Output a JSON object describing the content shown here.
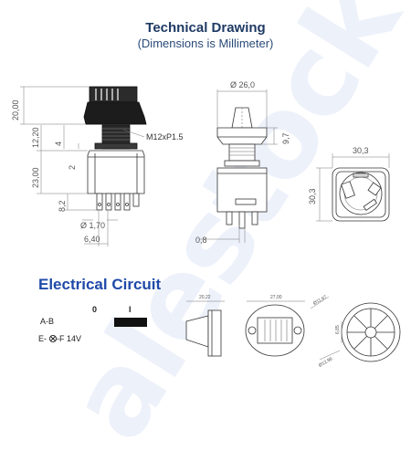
{
  "watermark": "alestock",
  "header": {
    "title": "Technical Drawing",
    "subtitle": "(Dimensions is Millimeter)"
  },
  "side_view": {
    "dim_20": "20,00",
    "dim_12": "12,20",
    "dim_4": "4",
    "dim_2": "2",
    "dim_23": "23,00",
    "dim_8": "8,2",
    "dim_170": "Ø 1,70",
    "dim_640": "6,40",
    "thread": "M12xP1.5"
  },
  "front_view": {
    "dim_26": "Ø 26,0",
    "dim_97": "9,7",
    "dim_08": "0,8"
  },
  "top_view": {
    "dim_303_h": "30,3",
    "dim_303_v": "30,3"
  },
  "knob_views": {
    "dim_2022": "20,22",
    "dim_2700": "27,00",
    "dim_1167": "Ø11,67",
    "dim_685": "6,85",
    "dim_1298": "Ø12,98"
  },
  "electrical": {
    "title": "Electrical Circuit",
    "pos_off": "0",
    "pos_on": "I",
    "row_ab": "A-B",
    "row_e": "E-",
    "row_f": "-F 14V"
  }
}
